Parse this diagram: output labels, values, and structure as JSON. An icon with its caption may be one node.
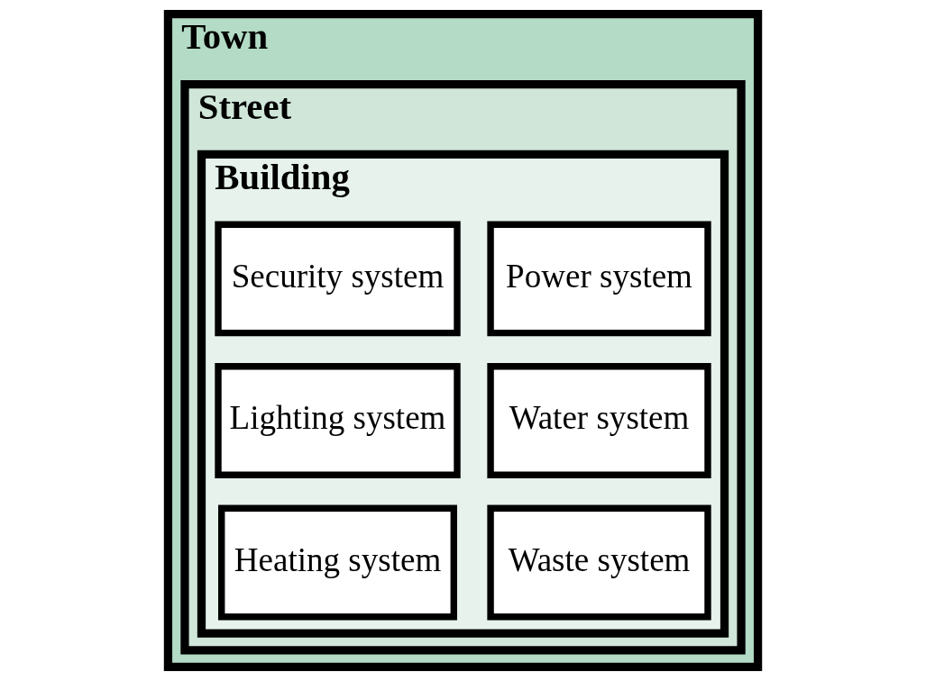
{
  "diagram": {
    "nodes": [
      {
        "text": [
          "Town"
        ]
      },
      {
        "text": [
          "Street"
        ],
        "in": 0
      },
      {
        "text": [
          "Building"
        ],
        "in": 1
      },
      {
        "text": [
          "Heating system"
        ],
        "in": 2
      },
      {
        "text": [
          "Power system"
        ],
        "in": 2
      },
      {
        "text": [
          "Water system"
        ],
        "in": 2
      },
      {
        "text": [
          "Security system"
        ],
        "in": 2
      },
      {
        "text": [
          "Lighting system"
        ],
        "in": 2
      },
      {
        "text": [
          "Waste system"
        ],
        "in": 2
      }
    ],
    "edges": []
  }
}
